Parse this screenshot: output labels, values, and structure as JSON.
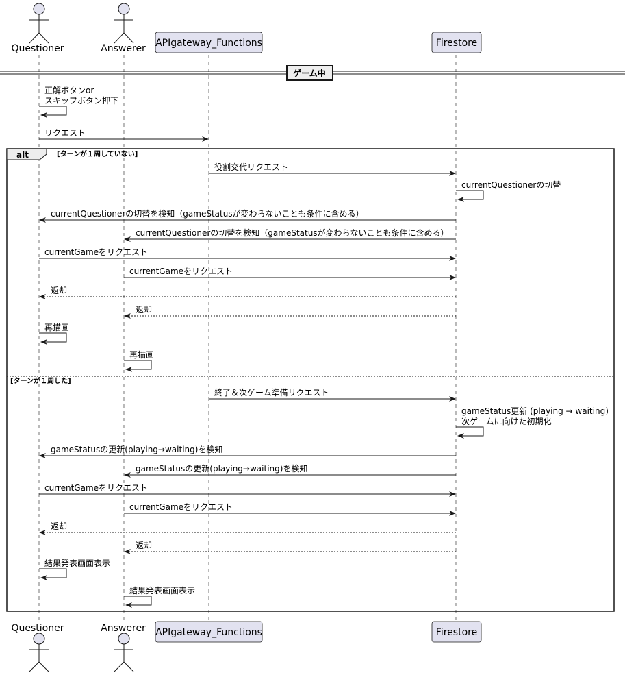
{
  "participants": [
    {
      "id": "questioner",
      "label": "Questioner",
      "kind": "actor"
    },
    {
      "id": "answerer",
      "label": "Answerer",
      "kind": "actor"
    },
    {
      "id": "api",
      "label": "APIgateway_Functions",
      "kind": "box"
    },
    {
      "id": "firestore",
      "label": "Firestore",
      "kind": "box"
    }
  ],
  "divider_label": "ゲーム中",
  "pre_messages": [
    {
      "from": "questioner",
      "to": "questioner",
      "lines": [
        "正解ボタンor",
        "スキップボタン押下"
      ],
      "style": "solid"
    },
    {
      "from": "questioner",
      "to": "api",
      "lines": [
        "リクエスト"
      ],
      "style": "solid"
    }
  ],
  "alt": {
    "keyword": "alt",
    "guard1": "[ターンが１周していない]",
    "guard2": "[ターンが１周した]",
    "branch1": [
      {
        "from": "api",
        "to": "firestore",
        "lines": [
          "役割交代リクエスト"
        ],
        "style": "solid"
      },
      {
        "from": "firestore",
        "to": "firestore",
        "lines": [
          "currentQuestionerの切替"
        ],
        "style": "solid"
      },
      {
        "from": "firestore",
        "to": "questioner",
        "lines": [
          "currentQuestionerの切替を検知（gameStatusが変わらないことも条件に含める）"
        ],
        "style": "solid"
      },
      {
        "from": "firestore",
        "to": "answerer",
        "lines": [
          "currentQuestionerの切替を検知（gameStatusが変わらないことも条件に含める）"
        ],
        "style": "solid"
      },
      {
        "from": "questioner",
        "to": "firestore",
        "lines": [
          "currentGameをリクエスト"
        ],
        "style": "solid"
      },
      {
        "from": "answerer",
        "to": "firestore",
        "lines": [
          "currentGameをリクエスト"
        ],
        "style": "solid"
      },
      {
        "from": "firestore",
        "to": "questioner",
        "lines": [
          "返却"
        ],
        "style": "dotted"
      },
      {
        "from": "firestore",
        "to": "answerer",
        "lines": [
          "返却"
        ],
        "style": "dotted"
      },
      {
        "from": "questioner",
        "to": "questioner",
        "lines": [
          "再描画"
        ],
        "style": "solid"
      },
      {
        "from": "answerer",
        "to": "answerer",
        "lines": [
          "再描画"
        ],
        "style": "solid"
      }
    ],
    "branch2": [
      {
        "from": "api",
        "to": "firestore",
        "lines": [
          "終了＆次ゲーム準備リクエスト"
        ],
        "style": "solid"
      },
      {
        "from": "firestore",
        "to": "firestore",
        "lines": [
          "gameStatus更新 (playing → waiting)",
          "次ゲームに向けた初期化"
        ],
        "style": "solid"
      },
      {
        "from": "firestore",
        "to": "questioner",
        "lines": [
          "gameStatusの更新(playing→waiting)を検知"
        ],
        "style": "solid"
      },
      {
        "from": "firestore",
        "to": "answerer",
        "lines": [
          "gameStatusの更新(playing→waiting)を検知"
        ],
        "style": "solid"
      },
      {
        "from": "questioner",
        "to": "firestore",
        "lines": [
          "currentGameをリクエスト"
        ],
        "style": "solid"
      },
      {
        "from": "answerer",
        "to": "firestore",
        "lines": [
          "currentGameをリクエスト"
        ],
        "style": "solid"
      },
      {
        "from": "firestore",
        "to": "questioner",
        "lines": [
          "返却"
        ],
        "style": "dotted"
      },
      {
        "from": "firestore",
        "to": "answerer",
        "lines": [
          "返却"
        ],
        "style": "dotted"
      },
      {
        "from": "questioner",
        "to": "questioner",
        "lines": [
          "結果発表画面表示"
        ],
        "style": "solid"
      },
      {
        "from": "answerer",
        "to": "answerer",
        "lines": [
          "結果発表画面表示"
        ],
        "style": "solid"
      }
    ]
  }
}
